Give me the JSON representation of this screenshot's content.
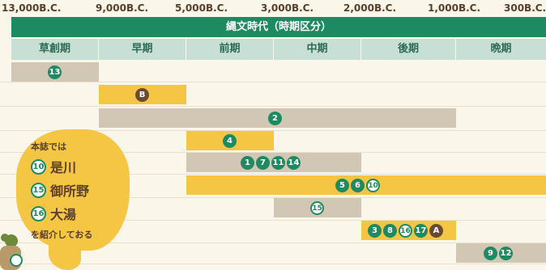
{
  "years": [
    "13,000B.C.",
    "9,000B.C.",
    "5,000B.C.",
    "3,000B.C.",
    "2,000B.C.",
    "1,000B.C.",
    "300B.C."
  ],
  "title": "縄文時代（時期区分）",
  "periods": [
    "草創期",
    "早期",
    "前期",
    "中期",
    "後期",
    "晩期"
  ],
  "rows": [
    {
      "badges": [
        {
          "label": "13",
          "style": "green"
        }
      ]
    },
    {
      "badges": [
        {
          "label": "B",
          "style": "brown"
        }
      ]
    },
    {
      "badges": [
        {
          "label": "2",
          "style": "green"
        }
      ]
    },
    {
      "badges": [
        {
          "label": "4",
          "style": "green"
        }
      ]
    },
    {
      "badges": [
        {
          "label": "1",
          "style": "green"
        },
        {
          "label": "7",
          "style": "green"
        },
        {
          "label": "11",
          "style": "green"
        },
        {
          "label": "14",
          "style": "green"
        }
      ]
    },
    {
      "badges": [
        {
          "label": "5",
          "style": "green"
        },
        {
          "label": "6",
          "style": "green"
        },
        {
          "label": "10",
          "style": "outline"
        }
      ]
    },
    {
      "badges": [
        {
          "label": "15",
          "style": "outline"
        }
      ]
    },
    {
      "badges": [
        {
          "label": "3",
          "style": "green"
        },
        {
          "label": "8",
          "style": "green"
        },
        {
          "label": "16",
          "style": "outline"
        },
        {
          "label": "17",
          "style": "green"
        },
        {
          "label": "A",
          "style": "brown"
        }
      ]
    },
    {
      "badges": [
        {
          "label": "9",
          "style": "green"
        },
        {
          "label": "12",
          "style": "green"
        }
      ]
    }
  ],
  "note": {
    "intro": "本誌では",
    "sites": [
      {
        "num": "10",
        "name": "是川"
      },
      {
        "num": "15",
        "name": "御所野"
      },
      {
        "num": "16",
        "name": "大湯"
      }
    ],
    "outro": "を紹介しておる"
  }
}
